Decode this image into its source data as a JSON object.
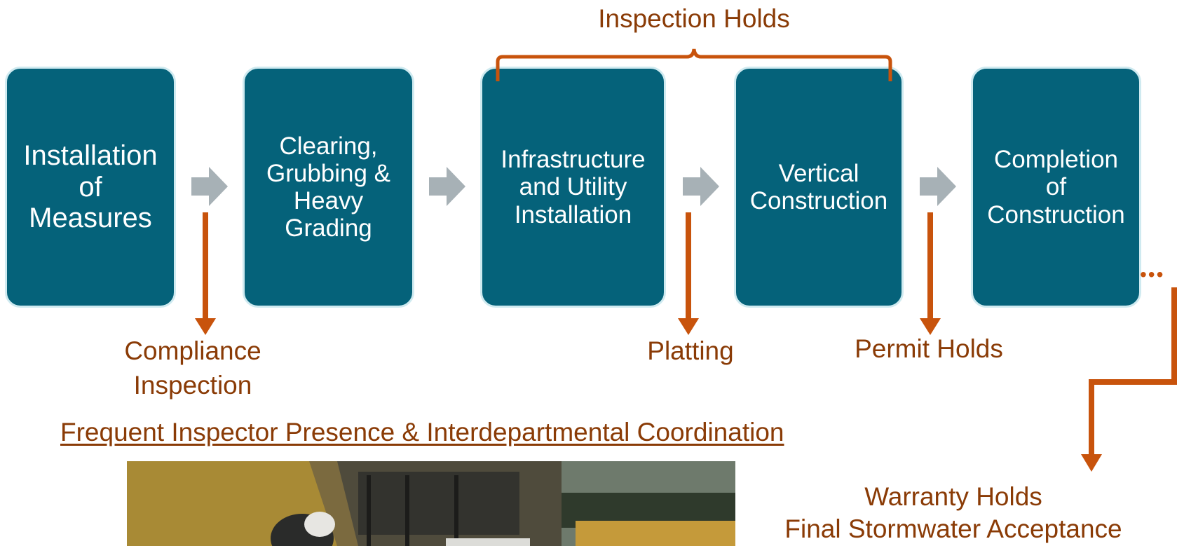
{
  "colors": {
    "box_fill": "#05627a",
    "box_border": "#cfeaf0",
    "box_text": "#ffffff",
    "accent": "#c8530c",
    "label_text": "#8a3b06",
    "chevron": "#a7b1b6"
  },
  "steps": [
    {
      "label": "Installation\nof\nMeasures"
    },
    {
      "label": "Clearing,\nGrubbing &\nHeavy\nGrading"
    },
    {
      "label": "Infrastructure\nand Utility\nInstallation"
    },
    {
      "label": "Vertical\nConstruction"
    },
    {
      "label": "Completion\nof\nConstruction"
    }
  ],
  "labels": {
    "inspection_holds": "Inspection Holds",
    "compliance_inspection": "Compliance\nInspection",
    "platting": "Platting",
    "permit_holds": "Permit Holds",
    "warranty_holds": "Warranty Holds\nFinal Stormwater Acceptance",
    "ellipsis": "•••"
  },
  "heading": "Frequent Inspector Presence & Interdepartmental Coordination",
  "photo": {
    "icon": "construction-equipment-photo"
  }
}
